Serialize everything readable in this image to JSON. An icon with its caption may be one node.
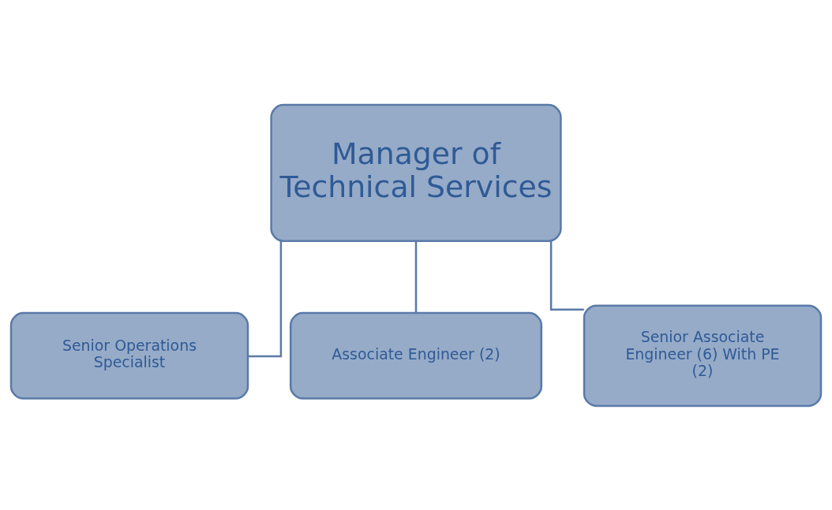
{
  "diagram": {
    "nodes": [
      {
        "text": [
          "Manager of Technical Services"
        ]
      },
      {
        "text": [
          "Senior Operations Specialist"
        ]
      },
      {
        "text": [
          "Associate Engineer (2)"
        ]
      },
      {
        "text": [
          "Senior Associate Engineer (6) With PE (2)"
        ]
      }
    ],
    "edges": [
      {
        "from": 0,
        "to": 1,
        "arrow": "none"
      },
      {
        "from": 0,
        "to": 2,
        "arrow": "none"
      },
      {
        "from": 0,
        "to": 3,
        "arrow": "none"
      }
    ]
  }
}
